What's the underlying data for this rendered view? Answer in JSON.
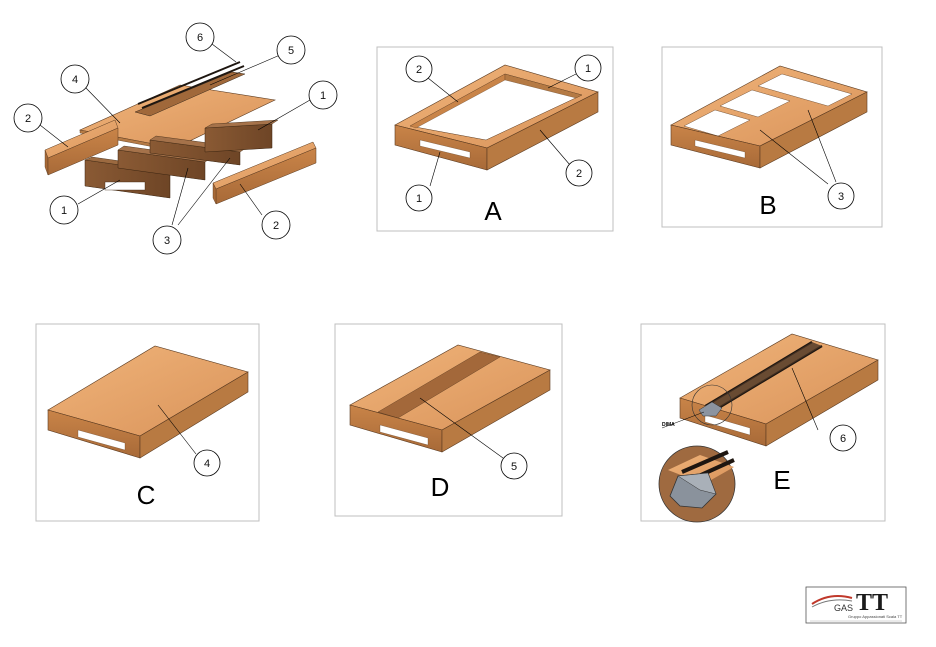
{
  "panels": [
    {
      "id": "A",
      "letter": "A"
    },
    {
      "id": "B",
      "letter": "B"
    },
    {
      "id": "C",
      "letter": "C"
    },
    {
      "id": "D",
      "letter": "D"
    },
    {
      "id": "E",
      "letter": "E"
    }
  ],
  "callouts": {
    "exploded": [
      "6",
      "5",
      "4",
      "2",
      "1",
      "1",
      "3",
      "2"
    ],
    "A": [
      "2",
      "1",
      "1",
      "2"
    ],
    "B": [
      "3"
    ],
    "C": [
      "4"
    ],
    "D": [
      "5"
    ],
    "E": [
      "6"
    ]
  },
  "dima_label": "DIMA",
  "logo": {
    "gas": "GAS",
    "tt": "TT",
    "subtitle": "Gruppo Appassionati Scala TT"
  },
  "colors": {
    "wood_top": "#e9a86c",
    "wood_side": "#c98448",
    "wood_dark": "#8a5a34",
    "panel_border": "#bfbfbf",
    "rail": "#3a2a1c"
  }
}
